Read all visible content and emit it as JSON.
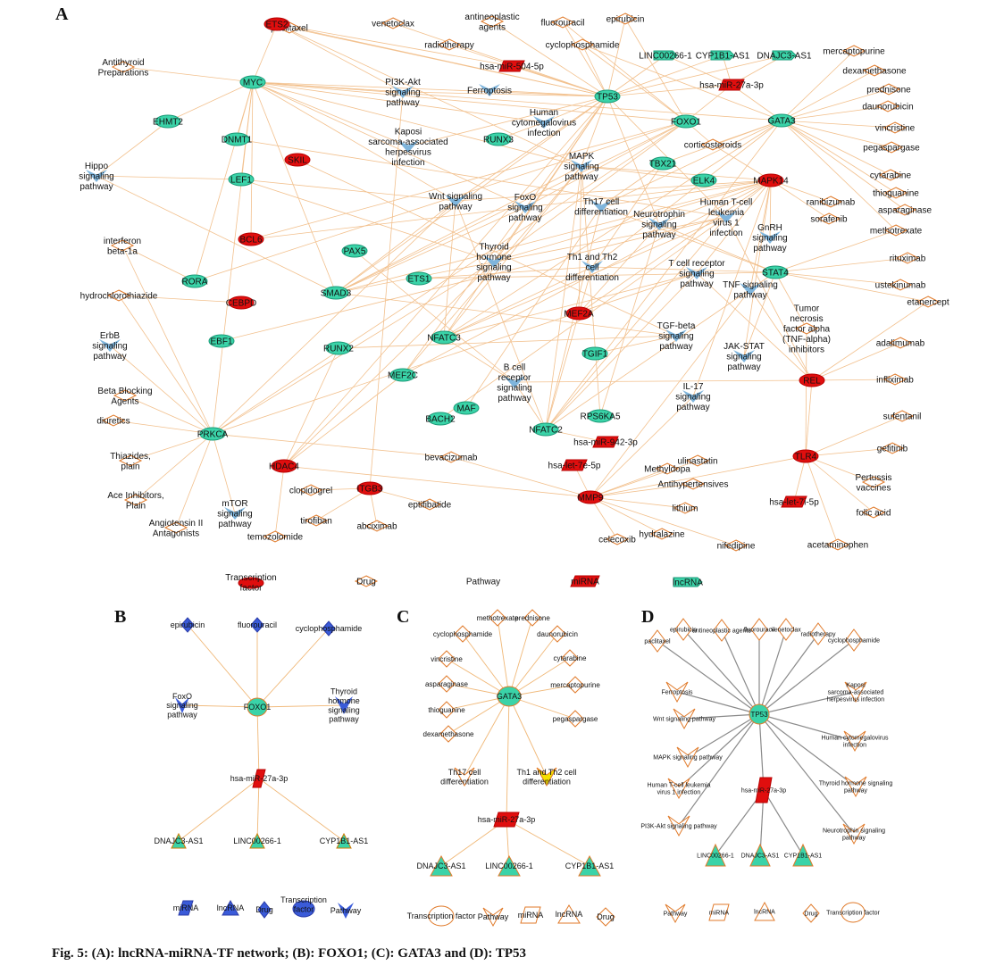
{
  "panels": {
    "a": "A",
    "b": "B",
    "c": "C",
    "d": "D"
  },
  "caption": "Fig. 5: (A): lncRNA-miRNA-TF network; (B): FOXO1; (C): GATA3 and (D): TP53",
  "colors": {
    "tf": "#e00e0e",
    "tf_teal": "#3ad3a8",
    "drug_stroke": "#e07a2a",
    "pathway": "#7fb5dc",
    "edge": "#f2c08d",
    "blue": "#3a5bd9",
    "yellow": "#f5e100"
  },
  "legend_a": [
    "Transcription factor",
    "Drug",
    "Pathway",
    "miRNA",
    "lncRNA"
  ],
  "legend_b": [
    "miRNA",
    "lncRNA",
    "Drug",
    "Transcription factor",
    "Pathway"
  ],
  "legend_c": [
    "Transcription factor",
    "Pathway",
    "miRNA",
    "lncRNA",
    "Drug"
  ],
  "legend_d": [
    "Pathway",
    "miRNA",
    "lncRNA",
    "Drug",
    "Transcription factor"
  ],
  "panel_a": {
    "nodes": [
      {
        "t": "ETS2",
        "k": "tf"
      },
      {
        "t": "MYC",
        "k": "tf"
      },
      {
        "t": "EHMT2",
        "k": "tf"
      },
      {
        "t": "DNMT1",
        "k": "tf"
      },
      {
        "t": "SKIL",
        "k": "tf"
      },
      {
        "t": "LEF1",
        "k": "tf"
      },
      {
        "t": "BCL6",
        "k": "tf"
      },
      {
        "t": "PAX5",
        "k": "tf"
      },
      {
        "t": "RORA",
        "k": "tf"
      },
      {
        "t": "CEBPD",
        "k": "tf"
      },
      {
        "t": "SMAD3",
        "k": "tf"
      },
      {
        "t": "ETS1",
        "k": "tf"
      },
      {
        "t": "EBF1",
        "k": "tf"
      },
      {
        "t": "RUNX2",
        "k": "tf"
      },
      {
        "t": "NFATC3",
        "k": "tf"
      },
      {
        "t": "MEF2C",
        "k": "tf"
      },
      {
        "t": "MAF",
        "k": "tf"
      },
      {
        "t": "BACH2",
        "k": "tf"
      },
      {
        "t": "PRKCA",
        "k": "tf"
      },
      {
        "t": "HDAC4",
        "k": "tf"
      },
      {
        "t": "ITGB3",
        "k": "tf"
      },
      {
        "t": "TP53",
        "k": "tf"
      },
      {
        "t": "RUNX3",
        "k": "tf"
      },
      {
        "t": "FOXO1",
        "k": "tf"
      },
      {
        "t": "GATA3",
        "k": "tf"
      },
      {
        "t": "TBX21",
        "k": "tf"
      },
      {
        "t": "ELK4",
        "k": "tf"
      },
      {
        "t": "MAPK14",
        "k": "tf"
      },
      {
        "t": "STAT4",
        "k": "tf"
      },
      {
        "t": "MEF2A",
        "k": "tf"
      },
      {
        "t": "TGIF1",
        "k": "tf"
      },
      {
        "t": "NFATC2",
        "k": "tf"
      },
      {
        "t": "RPS6KA5",
        "k": "tf"
      },
      {
        "t": "REL",
        "k": "tf"
      },
      {
        "t": "TLR4",
        "k": "tf"
      },
      {
        "t": "MMP9",
        "k": "tf"
      },
      {
        "t": "hsa-miR-504-5p",
        "k": "mirna"
      },
      {
        "t": "hsa-miR-27a-3p",
        "k": "mirna"
      },
      {
        "t": "hsa-miR-942-3p",
        "k": "mirna"
      },
      {
        "t": "hsa-let-7e-5p",
        "k": "mirna"
      },
      {
        "t": "hsa-let-7i-5p",
        "k": "mirna"
      },
      {
        "t": "LINC00266-1",
        "k": "lnc"
      },
      {
        "t": "CYP1B1-AS1",
        "k": "lnc"
      },
      {
        "t": "DNAJC3-AS1",
        "k": "lnc"
      }
    ],
    "drugs": [
      "paclitaxel",
      "venetoclax",
      "antineoplastic agents",
      "fluorouracil",
      "epirubicin",
      "radiotherapy",
      "cyclophosphamide",
      "Antithyroid Preparations",
      "mercaptopurine",
      "dexamethasone",
      "prednisone",
      "daunorubicin",
      "vincristine",
      "pegaspargase",
      "corticosteroids",
      "cytarabine",
      "thioguanine",
      "asparaginase",
      "ranibizumab",
      "sorafenib",
      "methotrexate",
      "rituximab",
      "ustekinumab",
      "etanercept",
      "adalimumab",
      "infliximab",
      "sufentanil",
      "gefitinib",
      "Pertussis vaccines",
      "folic acid",
      "acetaminophen",
      "interferon beta-1a",
      "hydrochlorothiazide",
      "Beta Blocking Agents",
      "diuretics",
      "Thiazides, plain",
      "Ace Inhibitors, Plain",
      "Angiotensin II Antagonists",
      "clopidogrel",
      "tirofiban",
      "abciximab",
      "eptifibatide",
      "temozolomide",
      "bevacizumab",
      "ulinastatin",
      "Methyldopa",
      "Antihypertensives",
      "lithium",
      "hydralazine",
      "nifedipine",
      "celecoxib",
      "Tumor necrosis factor alpha (TNF-alpha) inhibitors"
    ],
    "pathways": [
      "PI3K-Akt signaling pathway",
      "Ferroptosis",
      "Human cytomegalovirus infection",
      "Kaposi sarcoma-associated herpesvirus infection",
      "MAPK signaling pathway",
      "Hippo signaling pathway",
      "Wnt signaling pathway",
      "FoxO signaling pathway",
      "Th17 cell differentiation",
      "Human T-cell leukemia virus 1 infection",
      "Neurotrophin signaling pathway",
      "GnRH signaling pathway",
      "Thyroid hormone signaling pathway",
      "Th1 and Th2 cell differentiation",
      "T cell receptor signaling pathway",
      "TNF signaling pathway",
      "ErbB signaling pathway",
      "TGF-beta signaling pathway",
      "JAK-STAT signaling pathway",
      "B cell receptor signaling pathway",
      "IL-17 signaling pathway",
      "mTOR signaling pathway"
    ]
  },
  "panel_b": {
    "hub": "FOXO1",
    "mirna": "hsa-miR-27a-3p",
    "nodes": [
      "epirubicin",
      "fluorouracil",
      "cyclophosphamide",
      "FoxO signaling pathway",
      "Thyroid hormone signaling pathway",
      "DNAJC3-AS1",
      "LINC00266-1",
      "CYP1B1-AS1"
    ]
  },
  "panel_c": {
    "hub": "GATA3",
    "mirna": "hsa-miR-27a-3p",
    "nodes": [
      "methotrexate",
      "prednisone",
      "cyclophosphamide",
      "daunorubicin",
      "vincristine",
      "cytarabine",
      "asparaginase",
      "mercaptopurine",
      "thioguanine",
      "pegaspargase",
      "dexamethasone",
      "Th17 cell differentiation",
      "Th1 and Th2 cell differentiation",
      "DNAJC3-AS1",
      "LINC00266-1",
      "CYP1B1-AS1"
    ]
  },
  "panel_d": {
    "hub": "TP53",
    "mirna": "hsa-miR-27a-3p",
    "nodes": [
      "paclitaxel",
      "epirubicin",
      "antineoplastic agents",
      "fluorouracil",
      "venetoclax",
      "radiotherapy",
      "cyclophosphamide",
      "Kaposi sarcoma-associated herpesvirus infection",
      "Ferroptosis",
      "Human cytomegalovirus infection",
      "Wnt signaling pathway",
      "MAPK signaling pathway",
      "Thyroid hormone signaling pathway",
      "Human T-cell leukemia virus 1 infection",
      "Neurotrophin signaling pathway",
      "PI3K-Akt signaling pathway",
      "LINC00266-1",
      "DNAJC3-AS1",
      "CYP1B1-AS1"
    ]
  }
}
